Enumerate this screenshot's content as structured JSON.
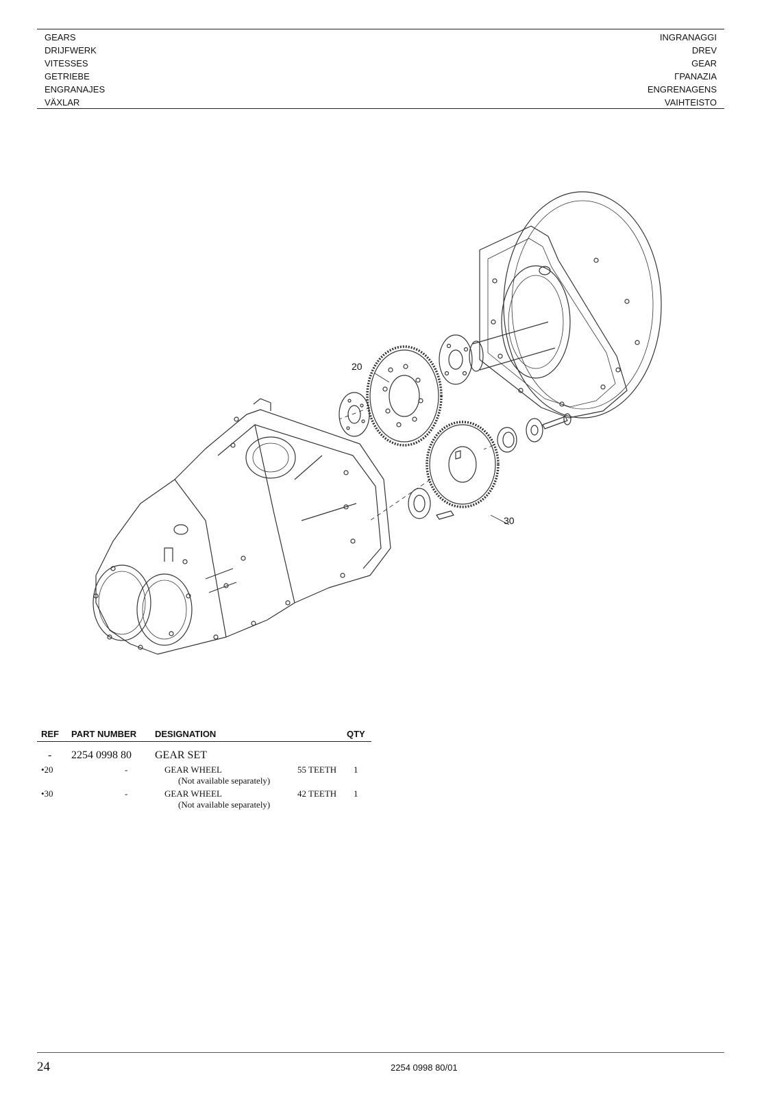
{
  "header": {
    "left": [
      "GEARS",
      "DRIJFWERK",
      "VITESSES",
      "GETRIEBE",
      "ENGRANAJES",
      "VÄXLAR"
    ],
    "right": [
      "INGRANAGGI",
      "DREV",
      "GEAR",
      "ΓΡΑΝΑΖΙΑ",
      "ENGRENAGENS",
      "VAIHTEISTO"
    ]
  },
  "diagram": {
    "callouts": [
      "20",
      "30"
    ]
  },
  "table": {
    "headers": {
      "ref": "REF",
      "part_number": "PART NUMBER",
      "designation": "DESIGNATION",
      "qty": "QTY"
    },
    "rows": [
      {
        "ref": "-",
        "part_number": "2254 0998 80",
        "designation": "GEAR SET",
        "spec": "",
        "qty": "",
        "note": ""
      },
      {
        "ref": "•20",
        "part_number": "-",
        "designation": "GEAR WHEEL",
        "spec": "55 TEETH",
        "qty": "1",
        "note": "(Not available separately)"
      },
      {
        "ref": "•30",
        "part_number": "-",
        "designation": "GEAR WHEEL",
        "spec": "42 TEETH",
        "qty": "1",
        "note": "(Not available separately)"
      }
    ]
  },
  "footer": {
    "page": "24",
    "doc_number": "2254 0998 80/01"
  }
}
